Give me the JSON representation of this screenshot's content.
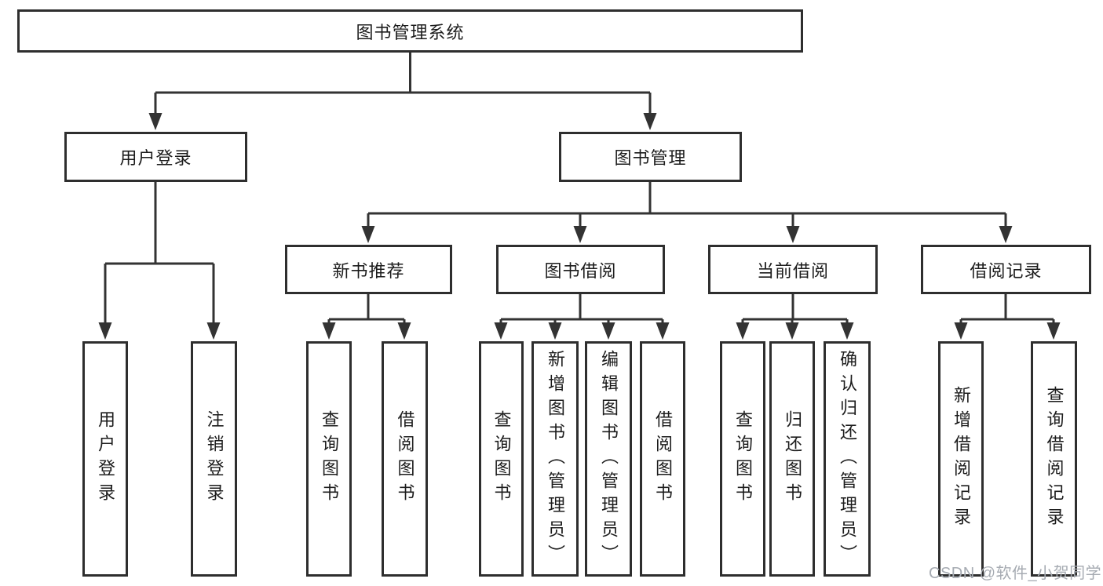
{
  "diagram": {
    "root": {
      "label": "图书管理系统"
    },
    "user_login": {
      "label": "用户登录",
      "children": [
        {
          "label": "用户登录"
        },
        {
          "label": "注销登录"
        }
      ]
    },
    "book_mgmt": {
      "label": "图书管理",
      "groups": [
        {
          "label": "新书推荐",
          "children": [
            {
              "label": "查询图书"
            },
            {
              "label": "借阅图书"
            }
          ]
        },
        {
          "label": "图书借阅",
          "children": [
            {
              "label": "查询图书"
            },
            {
              "label": "新增图书（管理员）"
            },
            {
              "label": "编辑图书（管理员）"
            },
            {
              "label": "借阅图书"
            }
          ]
        },
        {
          "label": "当前借阅",
          "children": [
            {
              "label": "查询图书"
            },
            {
              "label": "归还图书"
            },
            {
              "label": "确认归还（管理员）"
            }
          ]
        },
        {
          "label": "借阅记录",
          "children": [
            {
              "label": "新增借阅记录"
            },
            {
              "label": "查询借阅记录"
            }
          ]
        }
      ]
    },
    "watermark": "CSDN @软件_小贺同学"
  },
  "colors": {
    "line": "#333333",
    "box_border": "#2e2e2e",
    "text": "#1c1c1c",
    "watermark": "#a6abb2",
    "background": "#ffffff"
  }
}
